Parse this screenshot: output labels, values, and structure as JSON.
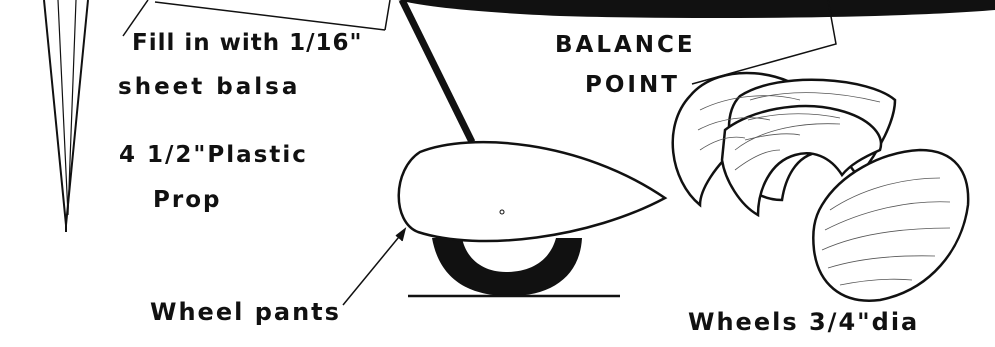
{
  "labels": {
    "fill_line1": "Fill in with 1/16\"",
    "fill_line2": "sheet balsa",
    "prop_line1": "4 1/2\"Plastic",
    "prop_line2": "Prop",
    "balance_line1": "BALANCE",
    "balance_line2": "POINT",
    "wheel_pants": "Wheel pants",
    "wheels": "Wheels 3/4\"dia"
  },
  "colors": {
    "ink": "#111111",
    "paper": "#ffffff",
    "wood_grain": "#555555"
  }
}
